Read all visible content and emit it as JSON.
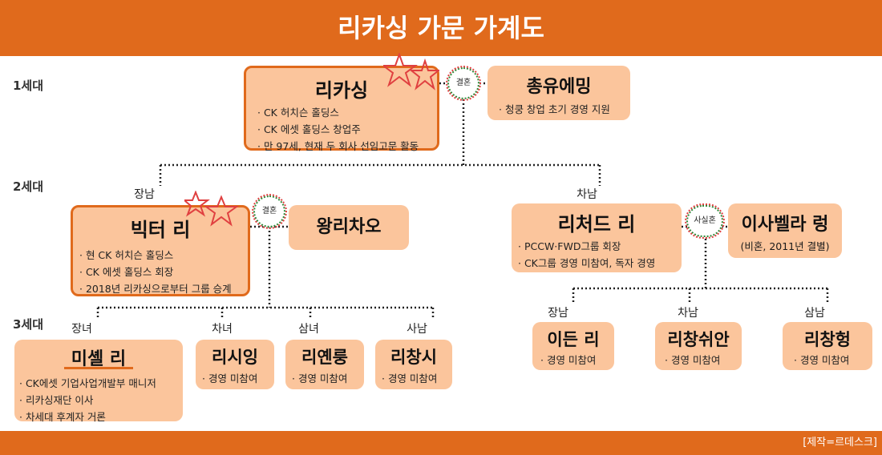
{
  "title": "리카싱 가문 가계도",
  "credit": "[제작=르데스크]",
  "generations": [
    "1세대",
    "2세대",
    "3세대"
  ],
  "relations": {
    "eldest_son": "장남",
    "second_son": "차남",
    "eldest_daughter": "장녀",
    "second_daughter": "차녀",
    "third_daughter": "삼녀",
    "fourth_son": "사남",
    "c_eldest_son": "장남",
    "c_second_son": "차남",
    "c_third_son": "삼남"
  },
  "marriage": {
    "married": "결혼",
    "common_law": "사실혼"
  },
  "people": {
    "li_ka_shing": {
      "name": "리카싱",
      "notes": [
        "CK 허치슨 홀딩스",
        "CK 에셋 홀딩스 창업주",
        "만 97세, 현재 두 회사 선임고문 활동"
      ]
    },
    "chong_yuming": {
      "name": "총유에밍",
      "notes": [
        "청쿵 창업 초기 경영 지원"
      ]
    },
    "victor_li": {
      "name": "빅터 리",
      "notes": [
        "현 CK 허치슨 홀딩스",
        "CK 에셋 홀딩스 회장",
        "2018년 리카싱으로부터 그룹 승계"
      ]
    },
    "wang_lichao": {
      "name": "왕리차오"
    },
    "richard_li": {
      "name": "리처드 리",
      "notes": [
        "PCCW·FWD그룹 회장",
        "CK그룹 경영 미참여, 독자 경영"
      ]
    },
    "isabella_leong": {
      "name": "이사벨라 렁",
      "sub": "(비혼, 2011년 결별)"
    },
    "michelle_li": {
      "name": "미셸 리",
      "notes": [
        "CK에셋 기업사업개발부 매니저",
        "리카싱재단 이사",
        "차세대 후계자 거론"
      ]
    },
    "li_shiying": {
      "name": "리시잉",
      "notes": [
        "경영 미참여"
      ]
    },
    "li_yenrong": {
      "name": "리옌룽",
      "notes": [
        "경영 미참여"
      ]
    },
    "li_changshi": {
      "name": "리창시",
      "notes": [
        "경영 미참여"
      ]
    },
    "eden_li": {
      "name": "이든 리",
      "notes": [
        "경영 미참여"
      ]
    },
    "li_changshuian": {
      "name": "리창쉬안",
      "notes": [
        "경영 미참여"
      ]
    },
    "li_changheng": {
      "name": "리창헝",
      "notes": [
        "경영 미참여"
      ]
    }
  },
  "colors": {
    "accent": "#e06a1c",
    "card": "#fbc59c",
    "wreath_green": "#2e8b3a",
    "star_red": "#e04040"
  }
}
